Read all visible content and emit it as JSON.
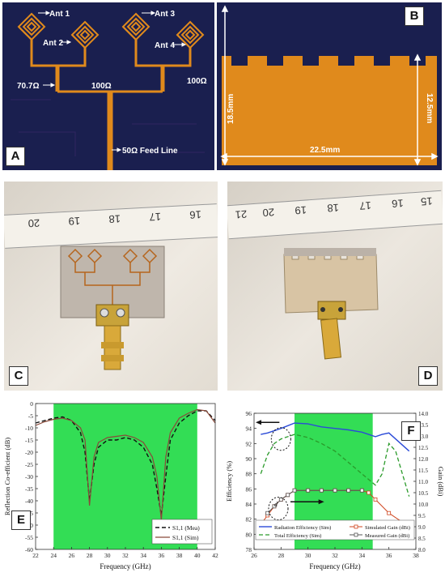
{
  "panels": {
    "a": {
      "tag": "A",
      "labels": {
        "ant1": "Ant 1",
        "ant2": "Ant 2",
        "ant3": "Ant 3",
        "ant4": "Ant 4",
        "z707": "70.7Ω",
        "z100a": "100Ω",
        "z100b": "100Ω",
        "feed": "50Ω Feed Line"
      }
    },
    "b": {
      "tag": "B",
      "dims": {
        "h1": "18.5mm",
        "h2": "12.5mm",
        "w": "22.5mm"
      }
    },
    "c": {
      "tag": "C",
      "ruler": [
        "20",
        "19",
        "18",
        "17",
        "16"
      ]
    },
    "d": {
      "tag": "D",
      "ruler": [
        "21",
        "20",
        "19",
        "18",
        "17",
        "16",
        "15"
      ]
    },
    "e": {
      "tag": "E"
    },
    "f": {
      "tag": "F"
    }
  },
  "colors": {
    "substrate_dark": "#1a1f4f",
    "copper": "#e08a1c",
    "pass_band": "#33dd55"
  },
  "chart_data": [
    {
      "type": "line",
      "xlabel": "Frequency (GHz)",
      "ylabel": "Reflection Co-efficient (dB)",
      "xlim": [
        22,
        42
      ],
      "ylim": [
        -60,
        0
      ],
      "xticks": [
        "22",
        "24",
        "26",
        "28",
        "30",
        "32",
        "34",
        "36",
        "38",
        "40",
        "42"
      ],
      "yticks": [
        "0",
        "-5",
        "-10",
        "-15",
        "-20",
        "-25",
        "-30",
        "-35",
        "-40",
        "-45",
        "-50",
        "-55",
        "-60"
      ],
      "band": [
        24,
        40
      ],
      "x": [
        22,
        23,
        24,
        25,
        26,
        27,
        27.5,
        28,
        28.5,
        29,
        30,
        31,
        32,
        33,
        34,
        35,
        35.5,
        36,
        36.5,
        37,
        38,
        39,
        40,
        41,
        42
      ],
      "series": [
        {
          "name": "S1,1 (Mea)",
          "values": [
            -8,
            -7,
            -6,
            -5.5,
            -7,
            -12,
            -20,
            -40,
            -25,
            -18,
            -15,
            -15,
            -14,
            -15,
            -18,
            -25,
            -35,
            -46,
            -30,
            -15,
            -8,
            -5,
            -3,
            -3,
            -7
          ]
        },
        {
          "name": "S1,1 (Sim)",
          "values": [
            -9,
            -7.5,
            -6.5,
            -6,
            -7,
            -10,
            -15,
            -42,
            -22,
            -16,
            -14,
            -13.5,
            -13,
            -14,
            -16,
            -22,
            -30,
            -48,
            -22,
            -12,
            -6,
            -4,
            -2.5,
            -3,
            -8
          ]
        }
      ]
    },
    {
      "type": "line",
      "xlabel": "Frequency (GHz)",
      "ylabel": "Efficiency (%)",
      "ylabel2": "Gain (dBi)",
      "xlim": [
        26,
        38
      ],
      "ylim": [
        78,
        96
      ],
      "ylim2": [
        8.0,
        14.0
      ],
      "xticks": [
        "26",
        "28",
        "30",
        "32",
        "34",
        "36",
        "38"
      ],
      "yticks": [
        "78",
        "80",
        "82",
        "84",
        "86",
        "88",
        "90",
        "92",
        "94",
        "96"
      ],
      "yticks2": [
        "8.0",
        "8.5",
        "9.0",
        "9.5",
        "10.0",
        "10.5",
        "11.0",
        "11.5",
        "12.0",
        "12.5",
        "13.0",
        "13.5",
        "14.0"
      ],
      "band": [
        29,
        34.8
      ],
      "annotation": "d",
      "efficiency_series": [
        {
          "name": "Radiation Efficiency (Sim)",
          "x": [
            26.5,
            27,
            28,
            29,
            30,
            31,
            32,
            33,
            34,
            35,
            35.5,
            36,
            37,
            37.5
          ],
          "values": [
            93.2,
            93.4,
            94,
            94.7,
            94.6,
            94.2,
            94,
            93.8,
            93.5,
            92.9,
            93.2,
            93.4,
            91.8,
            91
          ]
        },
        {
          "name": "Total Efficiency (Sim)",
          "x": [
            26.5,
            27,
            27.5,
            28,
            29,
            30,
            31,
            32,
            33,
            34,
            35,
            35.5,
            36,
            36.5,
            37,
            37.5
          ],
          "values": [
            88,
            90.5,
            92,
            92.6,
            93.2,
            92.8,
            92,
            91,
            89.5,
            88,
            86.5,
            88,
            92,
            91,
            88,
            85
          ]
        }
      ],
      "gain_series": [
        {
          "name": "Simulated Gain (dBi)",
          "x": [
            26.5,
            27,
            27.5,
            28,
            28.5,
            29,
            30,
            31,
            32,
            33,
            34,
            34.5,
            35,
            36,
            37,
            37.5
          ],
          "values": [
            9.1,
            9.5,
            9.9,
            10.2,
            10.4,
            10.6,
            10.6,
            10.6,
            10.6,
            10.6,
            10.6,
            10.5,
            10.2,
            9.6,
            9.2,
            9.0
          ]
        },
        {
          "name": "Measured Gain (dBi)",
          "x": [
            27,
            27.5,
            28,
            28.5,
            29,
            30,
            31,
            32,
            33,
            34
          ],
          "values": [
            9.6,
            9.9,
            10.2,
            10.4,
            10.6,
            10.6,
            10.6,
            10.6,
            10.6,
            10.6
          ]
        }
      ]
    }
  ]
}
